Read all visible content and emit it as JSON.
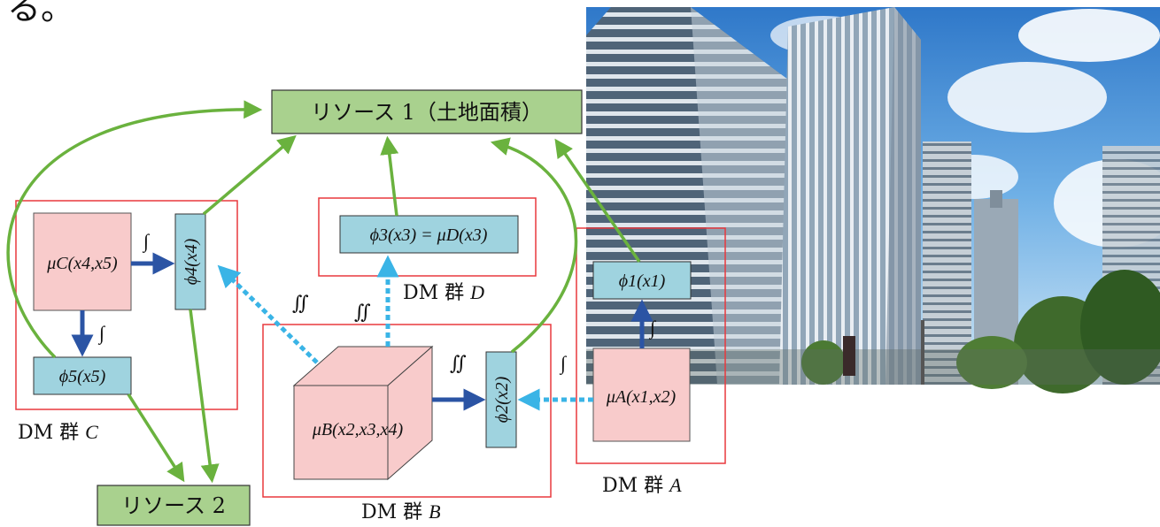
{
  "header": {
    "fragment": "る。"
  },
  "resources": {
    "r1": "リソース 1（土地面積）",
    "r2": "リソース 2"
  },
  "groups": {
    "A": {
      "label_prefix": "DM 群",
      "label_letter": "A"
    },
    "B": {
      "label_prefix": "DM 群",
      "label_letter": "B"
    },
    "C": {
      "label_prefix": "DM 群",
      "label_letter": "C"
    },
    "D": {
      "label_prefix": "DM 群",
      "label_letter": "D"
    }
  },
  "nodes": {
    "muC": "μC(x4,x5)",
    "phi4": "ϕ4(x4)",
    "phi5": "ϕ5(x5)",
    "phi3": "ϕ3(x3) = μD(x3)",
    "muB": "μB(x2,x3,x4)",
    "phi2": "ϕ2(x2)",
    "phi1": "ϕ1(x1)",
    "muA": "μA(x1,x2)"
  },
  "integrals": {
    "single": "∫",
    "double": "∬"
  },
  "colors": {
    "resource_fill": "#a9d18e",
    "measure_fill": "#f8cbcb",
    "phi_fill": "#9fd3df",
    "group_border": "#e8383d",
    "green_arrow": "#6ab23e",
    "dark_blue_arrow": "#2b54a4",
    "light_blue_arrow": "#3ab4e6"
  },
  "photo": {
    "description_icon": "skyscrapers-photo"
  }
}
